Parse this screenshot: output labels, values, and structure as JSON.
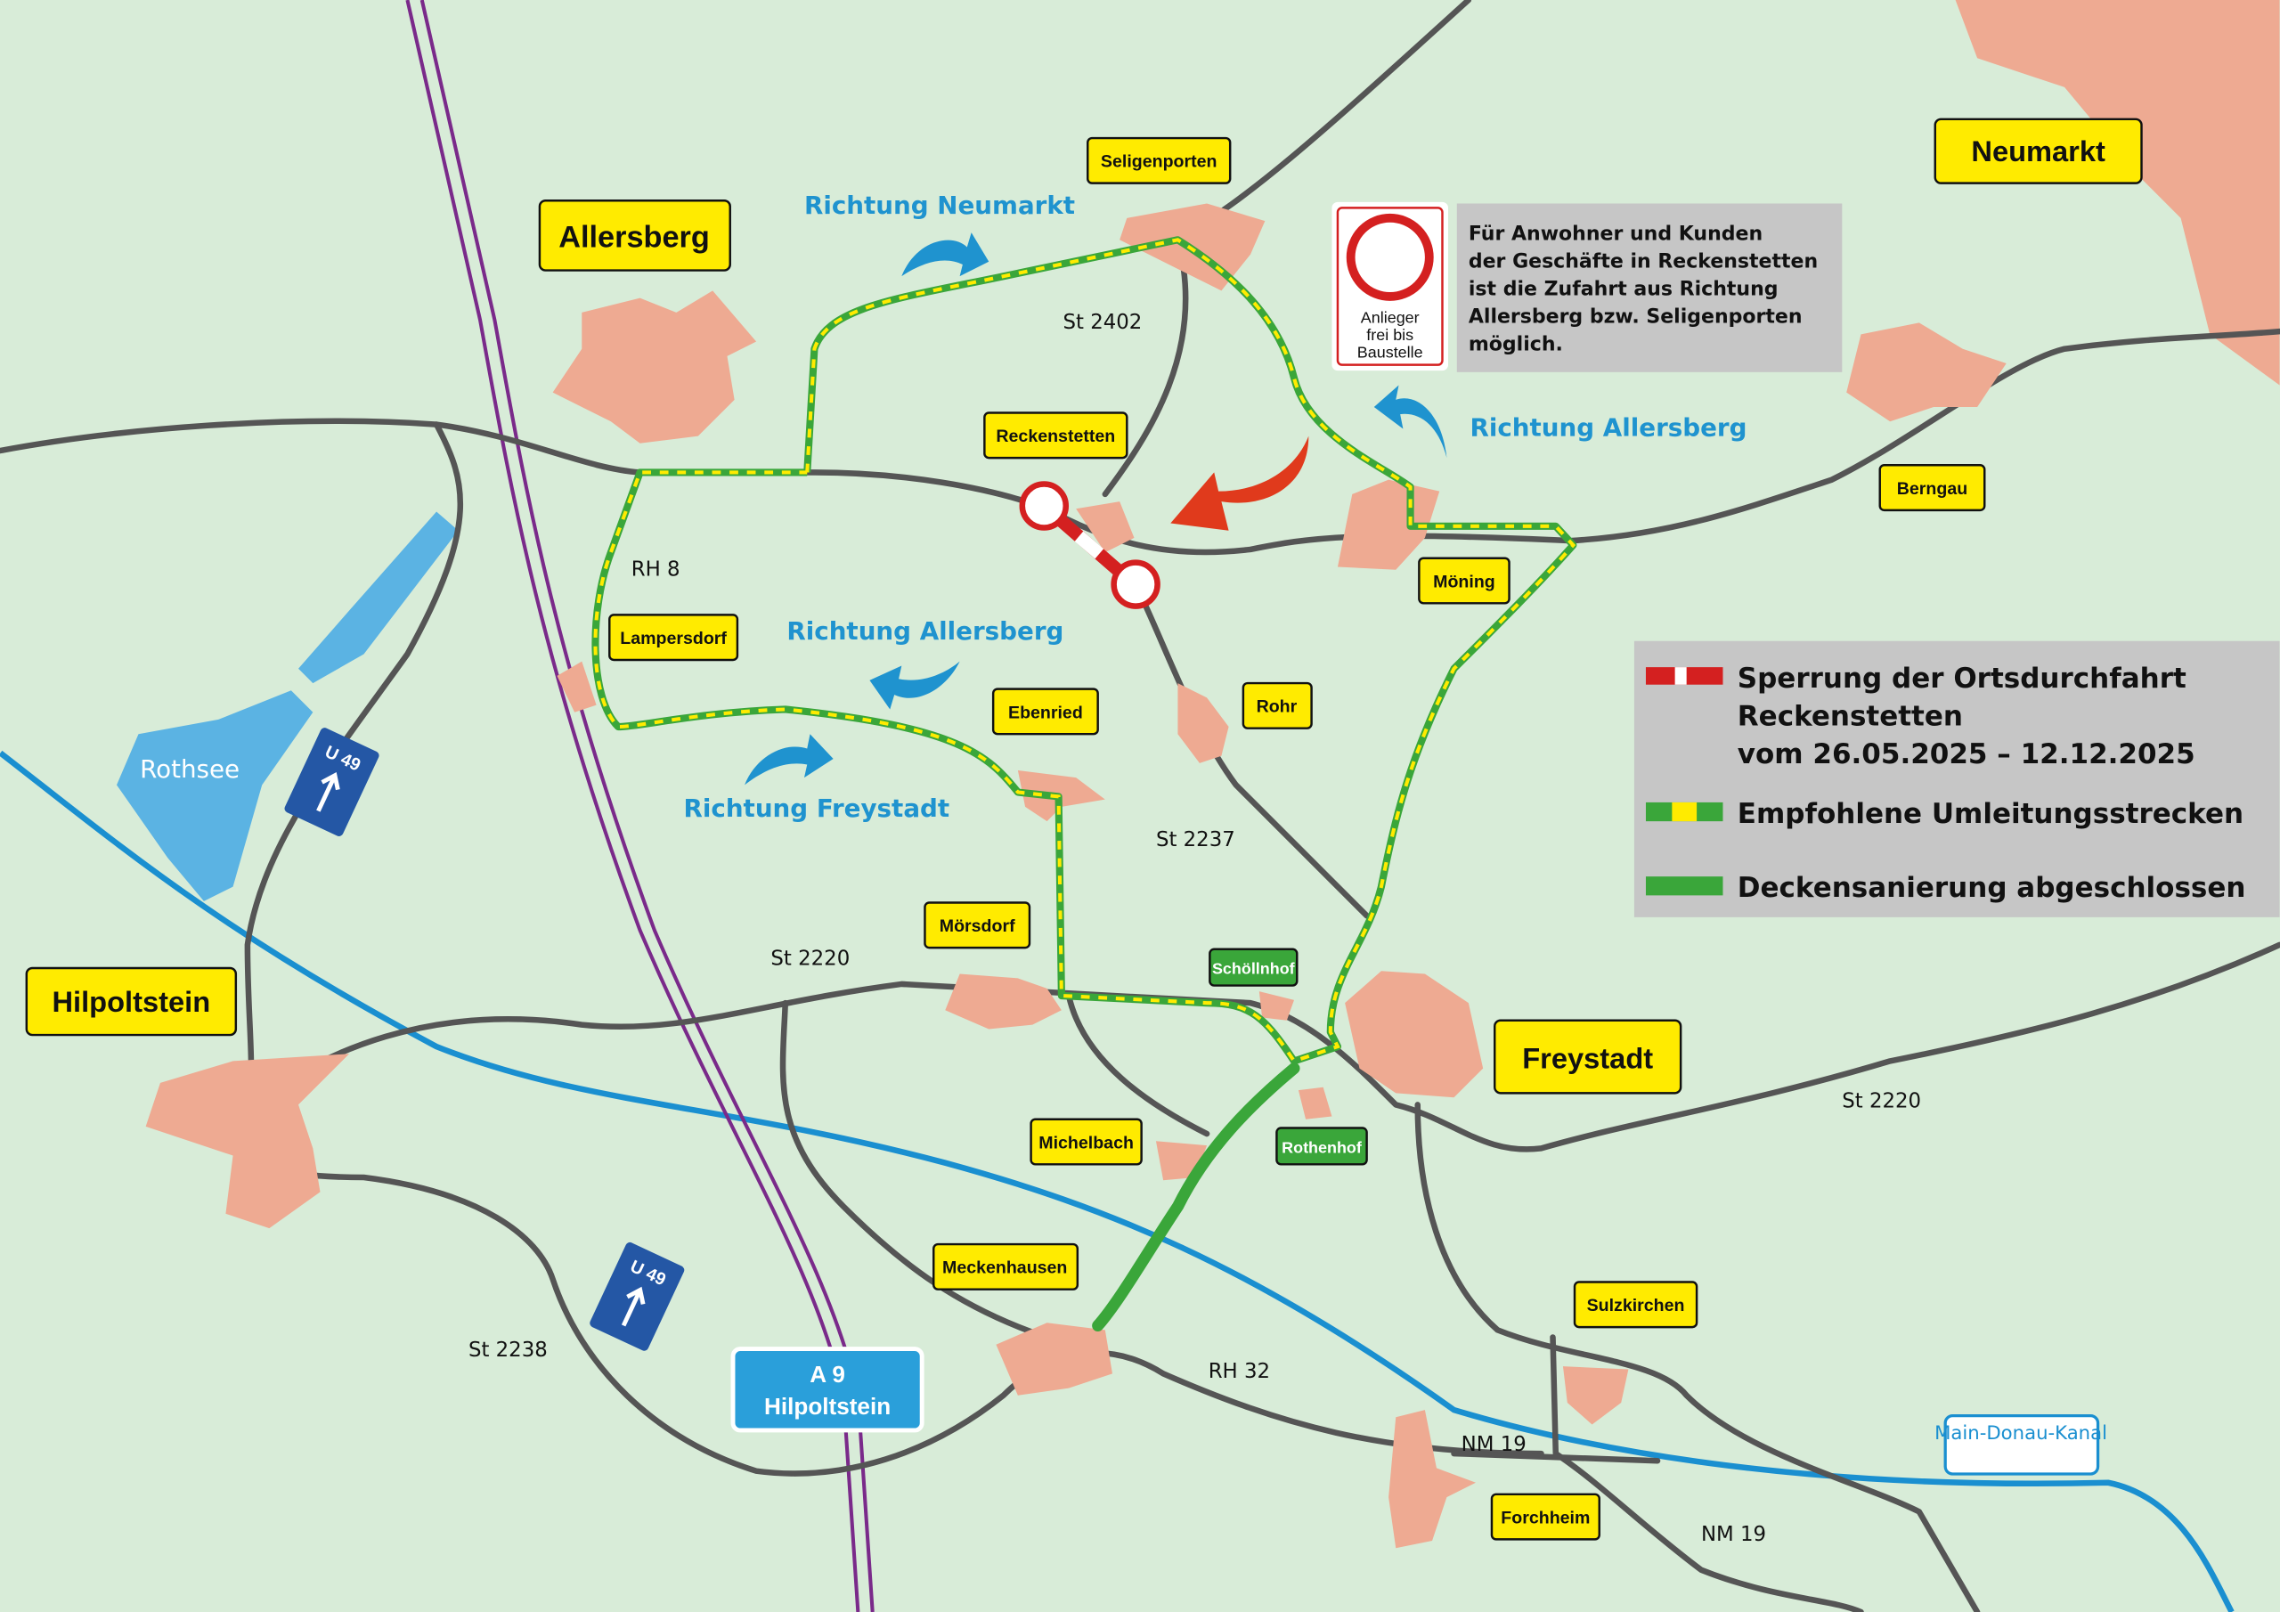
{
  "towns_major": [
    "Allersberg",
    "Neumarkt",
    "Hilpoltstein",
    "Freystadt"
  ],
  "villages": [
    "Seligenporten",
    "Reckenstetten",
    "Lampersdorf",
    "Ebenried",
    "Rohr",
    "Möning",
    "Berngau",
    "Mörsdorf",
    "Michelbach",
    "Meckenhausen",
    "Sulzkirchen",
    "Forchheim"
  ],
  "villages_completed": [
    "Schöllnhof",
    "Rothenhof"
  ],
  "roads": [
    "St 2402",
    "RH 8",
    "St 2237",
    "St 2220",
    "St 2220",
    "St 2238",
    "RH 32",
    "NM 19",
    "NM 19"
  ],
  "directions": [
    "Richtung Neumarkt",
    "Richtung Allersberg",
    "Richtung Allersberg",
    "Richtung Freystadt"
  ],
  "water": {
    "lake": "Rothsee",
    "canal": "Main-Donau-Kanal"
  },
  "motorway_sign": {
    "line1": "A 9",
    "line2": "Hilpoltstein"
  },
  "bike_route": "U 49",
  "traffic_sign": {
    "line1": "Anlieger",
    "line2": "frei bis",
    "line3": "Baustelle"
  },
  "info_box": [
    "Für Anwohner und Kunden",
    "der Geschäfte in Reckenstetten",
    "ist die Zufahrt aus Richtung",
    "Allersberg bzw. Seligenporten",
    "möglich."
  ],
  "legend": {
    "closure": [
      "Sperrung der Ortsdurchfahrt",
      "Reckenstetten",
      "vom 26.05.2025 – 12.12.2025"
    ],
    "detour": "Empfohlene Umleitungsstrecken",
    "completed": "Deckensanierung abgeschlossen"
  },
  "colors": {
    "background": "#d8ecd8",
    "town": "#eeaa92",
    "label": "#ffeb00",
    "detour_green": "#3aa63a",
    "detour_yellow": "#ffeb00",
    "closure": "#d42020",
    "water": "#1a8fd0",
    "direction": "#1f93cf"
  }
}
